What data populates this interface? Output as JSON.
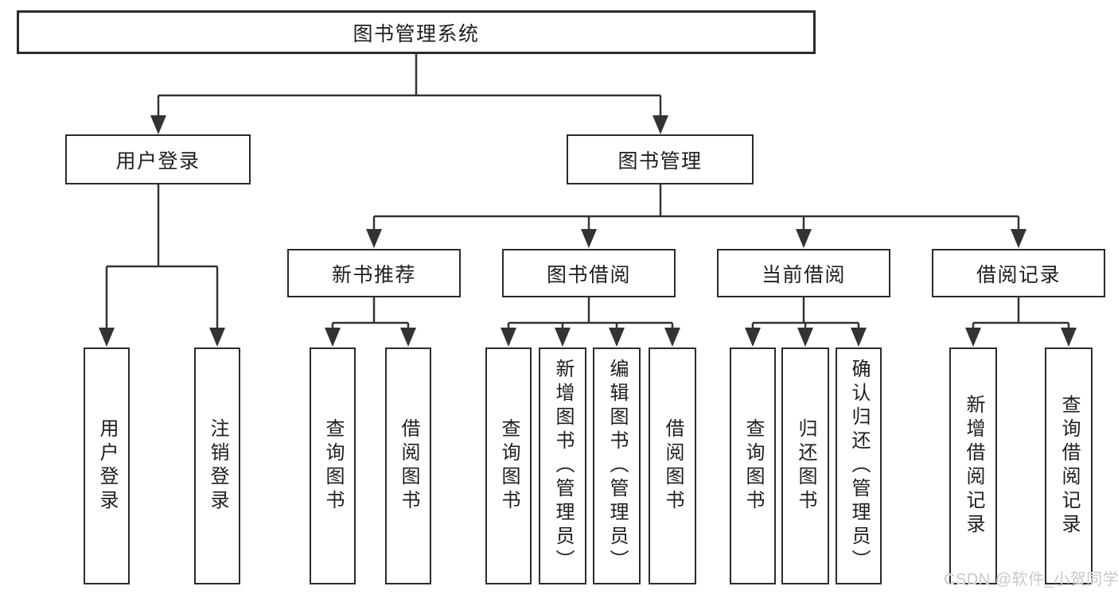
{
  "diagram": {
    "root": {
      "label": "图书管理系统"
    },
    "branches": [
      {
        "label": "用户登录",
        "children": [
          {
            "label": "用户登录"
          },
          {
            "label": "注销登录"
          }
        ]
      },
      {
        "label": "图书管理",
        "children": [
          {
            "label": "新书推荐",
            "children": [
              {
                "label": "查询图书"
              },
              {
                "label": "借阅图书"
              }
            ]
          },
          {
            "label": "图书借阅",
            "children": [
              {
                "label": "查询图书"
              },
              {
                "label": "新增图书（管理员）"
              },
              {
                "label": "编辑图书（管理员）"
              },
              {
                "label": "借阅图书"
              }
            ]
          },
          {
            "label": "当前借阅",
            "children": [
              {
                "label": "查询图书"
              },
              {
                "label": "归还图书"
              },
              {
                "label": "确认归还（管理员）"
              }
            ]
          },
          {
            "label": "借阅记录",
            "children": [
              {
                "label": "新增借阅记录"
              },
              {
                "label": "查询借阅记录"
              }
            ]
          }
        ]
      }
    ]
  },
  "watermark": {
    "text": "CSDN @软件_小贺同学"
  },
  "colors": {
    "line": "#333333",
    "border": "#2b2b2b",
    "text": "#1e1e1e",
    "background": "#ffffff",
    "watermark": "#c9c9c9"
  }
}
